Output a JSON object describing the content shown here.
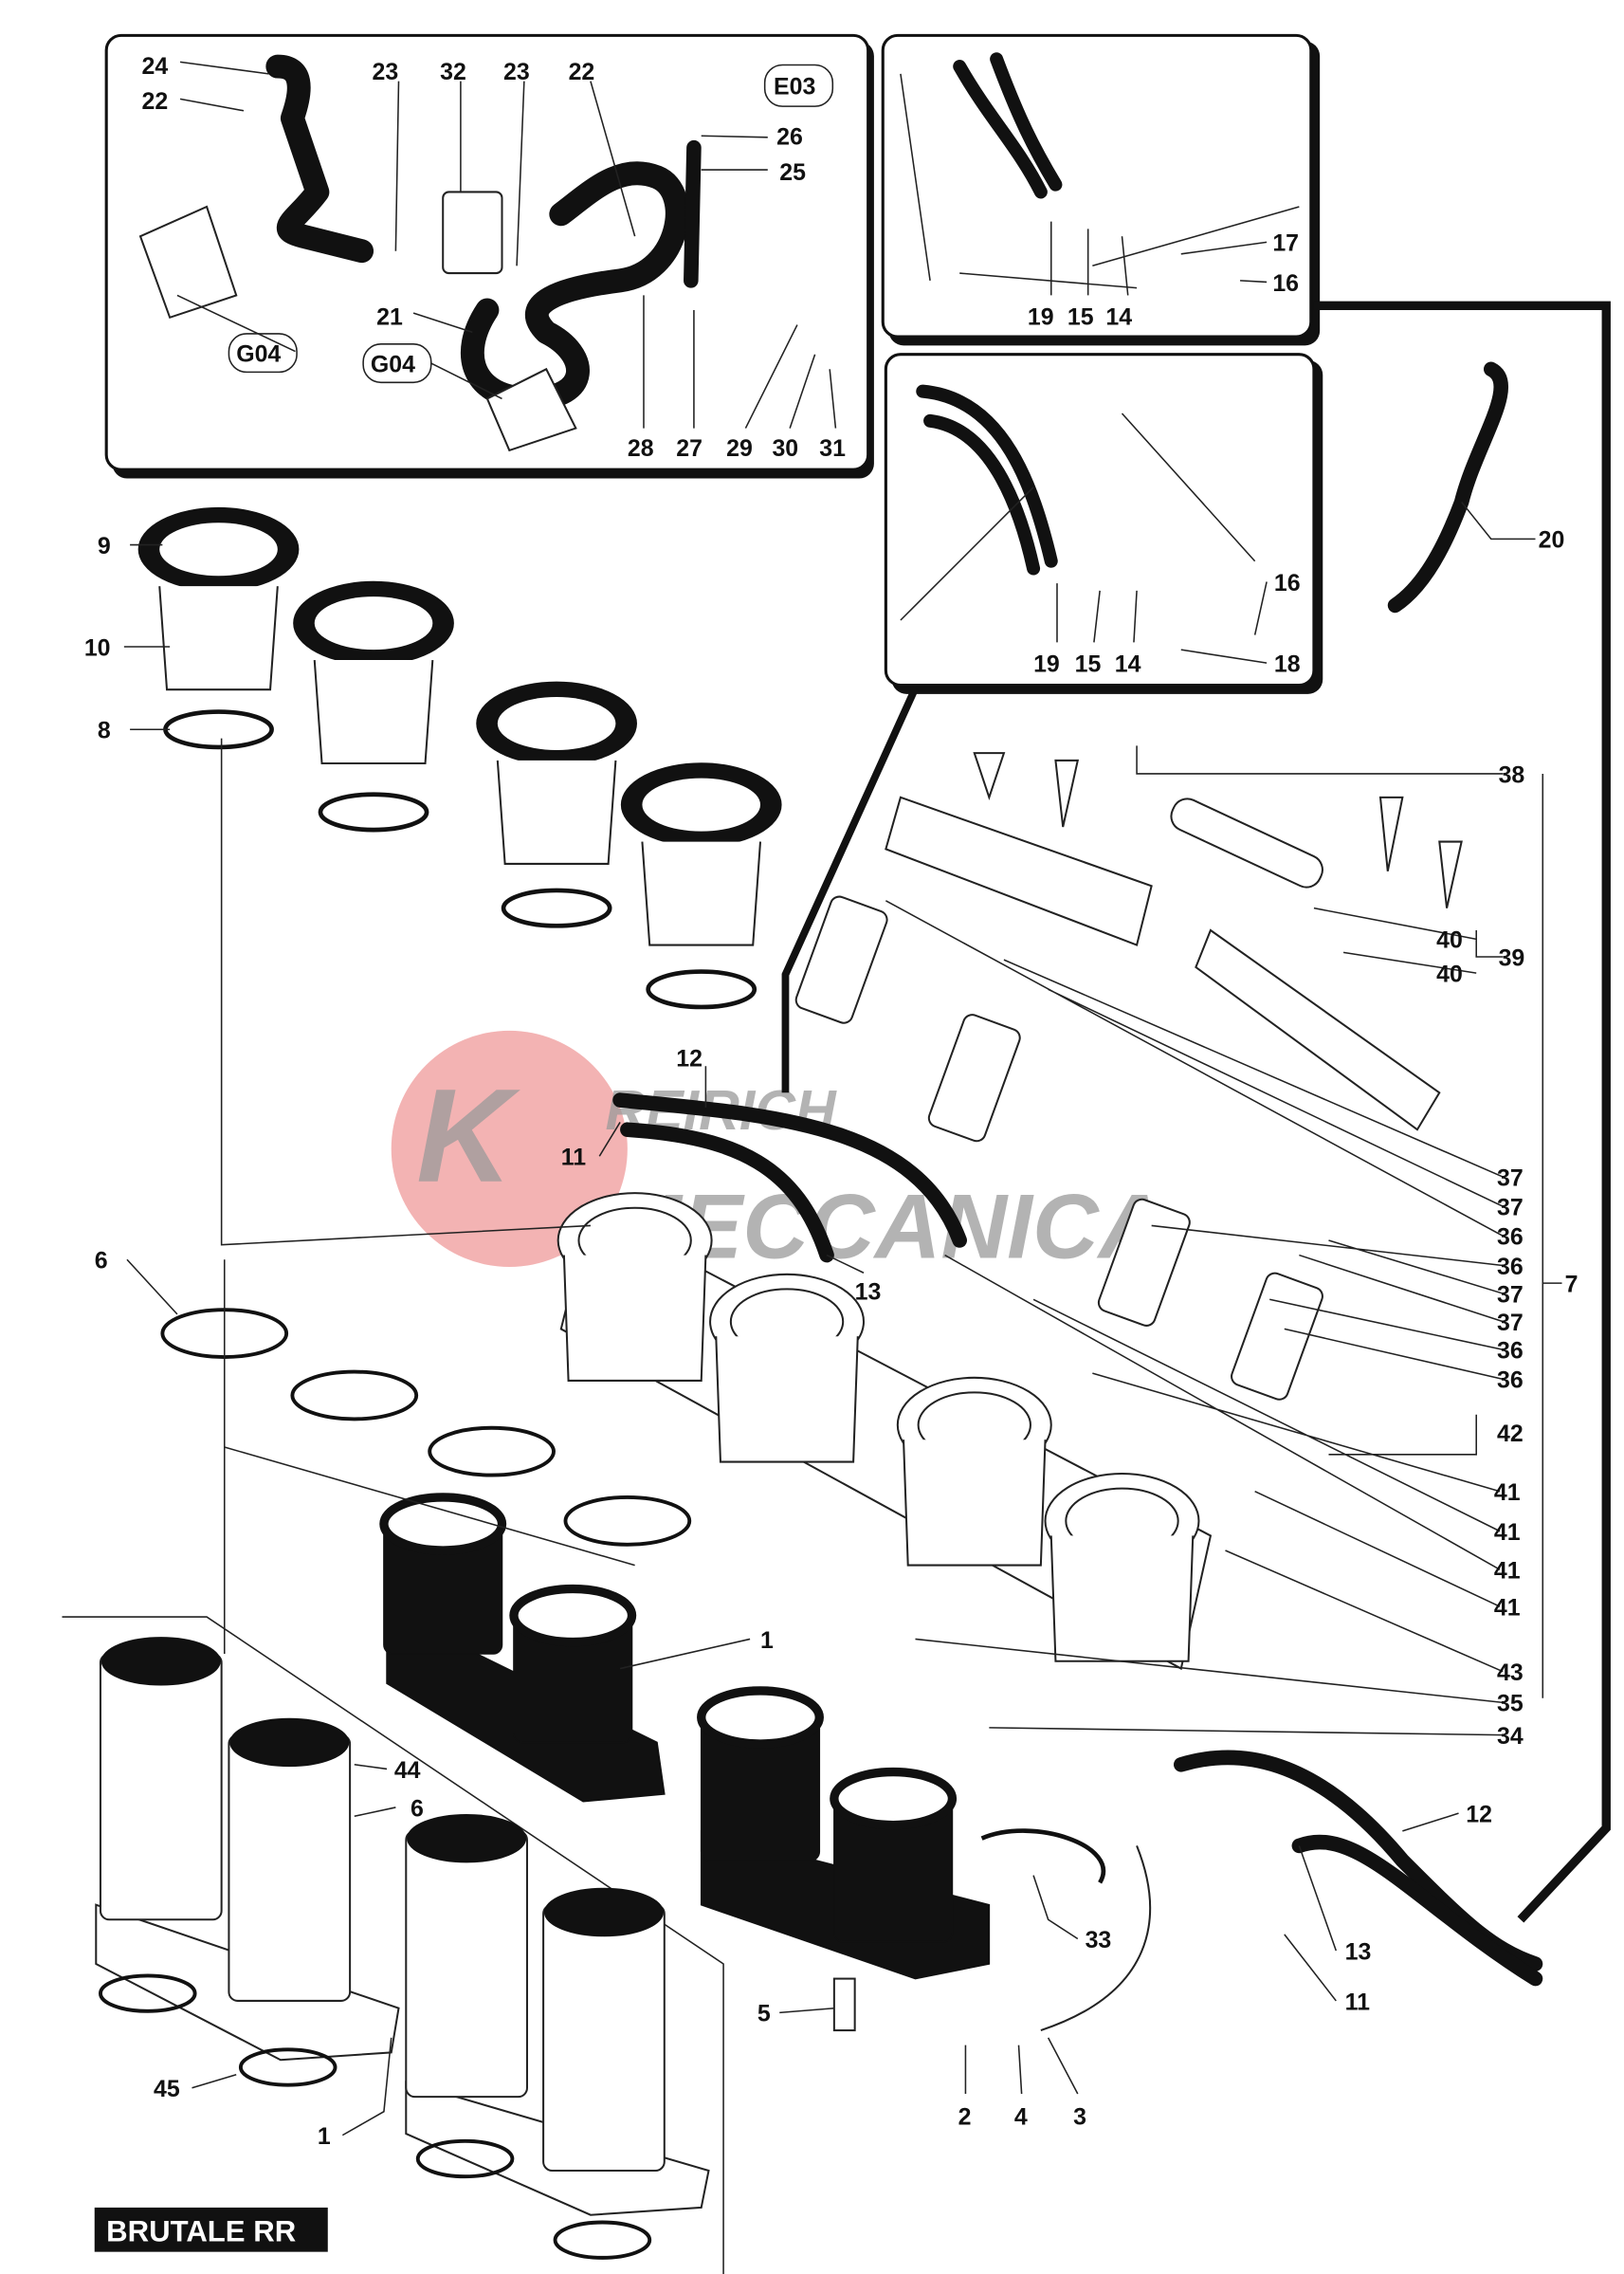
{
  "title_badge": "BRUTALE RR",
  "watermark": {
    "initial": "K",
    "line1": "REIRICH",
    "line2": "MECCANICA",
    "accent_color": "#f0a0a0"
  },
  "reference_boxes": [
    "E03",
    "G04",
    "G04"
  ],
  "callouts": [
    "24",
    "22",
    "23",
    "32",
    "23",
    "22",
    "26",
    "25",
    "21",
    "28",
    "27",
    "29",
    "30",
    "31",
    "17",
    "16",
    "19",
    "15",
    "14",
    "16",
    "19",
    "15",
    "14",
    "18",
    "9",
    "10",
    "8",
    "20",
    "38",
    "40",
    "40",
    "39",
    "12",
    "11",
    "37",
    "37",
    "36",
    "36",
    "37",
    "37",
    "36",
    "36",
    "7",
    "6",
    "13",
    "42",
    "41",
    "41",
    "41",
    "41",
    "1",
    "43",
    "35",
    "34",
    "44",
    "6",
    "12",
    "33",
    "13",
    "11",
    "5",
    "45",
    "2",
    "4",
    "3",
    "1"
  ]
}
